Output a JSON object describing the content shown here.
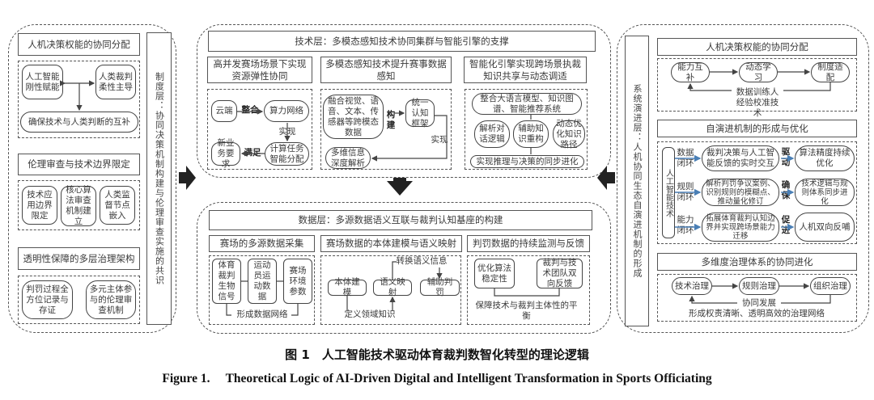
{
  "institutional_layer": {
    "vertical_label": "制度层：协同决策机制构建与伦理审查实施的共识",
    "section1": {
      "title": "人机决策权能的协同分配",
      "box_ai": "人工智能刚性赋能",
      "box_human": "人类裁判柔性主导",
      "box_result": "确保技术与人类判断的互补"
    },
    "section2": {
      "title": "伦理审查与技术边界限定",
      "boxes": [
        "技术应用边界限定",
        "核心算法审查机制建立",
        "人类监督节点嵌入"
      ]
    },
    "section3": {
      "title": "透明性保障的多层治理架构",
      "boxes": [
        "判罚过程全方位记录与存证",
        "多元主体参与的伦理审查机制"
      ]
    }
  },
  "technology_layer": {
    "title": "技术层：多模态感知技术协同集群与智能引擎的支撑",
    "col1": {
      "title": "高并发赛场场景下实现资源弹性协同",
      "cloud": "云端",
      "integrate": "整合",
      "network": "算力网络",
      "realize": "实现",
      "allocate": "计算任务智能分配",
      "satisfy": "满足",
      "demand": "新业务要求"
    },
    "col2": {
      "title": "多模态感知技术提升赛事数据感知",
      "fusion": "融合视觉、语音、文本、传感器等跨模态数据",
      "build": "构建",
      "framework": "统一认知框架",
      "realize": "实现",
      "analysis": "多维信息深度解析"
    },
    "col3": {
      "title": "智能化引擎实现跨场景执裁知识共享与动态调适",
      "integrate": "整合大语言模型、知识图谱、智能推荐系统",
      "boxes": [
        "解析对话逻辑",
        "辅助知识重构",
        "动态优化知识路径"
      ],
      "result": "实现推理与决策的同步进化"
    }
  },
  "data_layer": {
    "title": "数据层：多源数据语义互联与裁判认知基座的构建",
    "col1": {
      "title": "赛场的多源数据采集",
      "boxes": [
        "体育裁判生物信号",
        "运动员运动数据",
        "赛场环境参数"
      ],
      "result": "形成数据网络"
    },
    "col2": {
      "title": "赛场数据的本体建模与语义映射",
      "ontology": "本体建模",
      "mapping": "语义映射",
      "assist": "辅助判罚",
      "convert": "转换语义信息",
      "domain": "定义领域知识"
    },
    "col3": {
      "title": "判罚数据的持续监测与反馈",
      "box_left": "优化算法稳定性",
      "box_right": "裁判与技术团队双向反馈",
      "result": "保障技术与裁判主体性的平衡"
    }
  },
  "system_layer": {
    "vertical_label": "系统演进层：人机协同生态自演进机制的形成",
    "section1": {
      "title": "人机决策权能的协同分配",
      "steps": [
        "能力互补",
        "动态学习",
        "制度适配"
      ],
      "feedback": "数据训练人经验校准技术"
    },
    "section2": {
      "title": "自演进机制的形成与优化",
      "source": "人工智能技术",
      "rows": [
        {
          "loop": "数据闭环",
          "process": "裁判决策与人工智能反馈的实时交互",
          "verb": "驱动",
          "result": "算法精度持续优化"
        },
        {
          "loop": "规则闭环",
          "process": "解析判罚争议案例、识别规则的模糊点、推动量化修订",
          "verb": "确保",
          "result": "技术逻辑与规则体系同步进化"
        },
        {
          "loop": "能力闭环",
          "process": "拓展体育裁判认知边界并实现跨场景能力迁移",
          "verb": "促进",
          "result": "人机双向反哺"
        }
      ]
    },
    "section3": {
      "title": "多维度治理体系的协同进化",
      "steps": [
        "技术治理",
        "规则治理",
        "组织治理"
      ],
      "feedback": "协同发展",
      "result": "形成权责清晰、透明高效的治理网络"
    }
  },
  "caption": {
    "cn": "图 1　人工智能技术驱动体育裁判数智化转型的理论逻辑",
    "en": "Figure 1.　 Theoretical Logic of AI-Driven Digital and Intelligent Transformation in Sports Officiating"
  },
  "colors": {
    "line": "#444444",
    "loop_arrow": "#4a7fb5",
    "big_arrow": "#222222"
  }
}
